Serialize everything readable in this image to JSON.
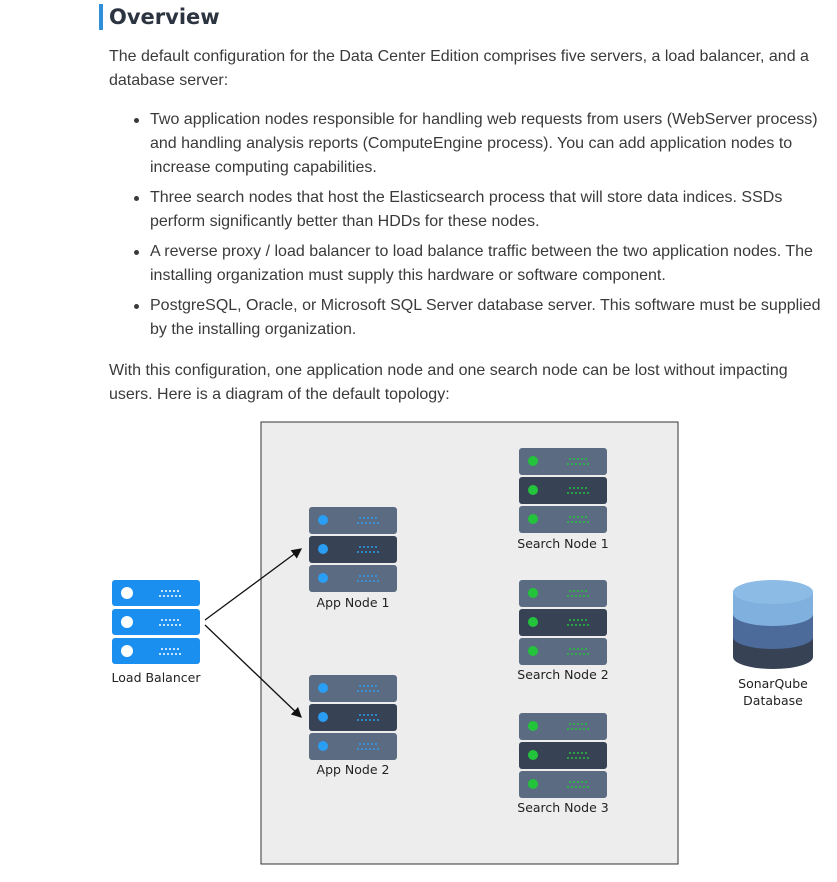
{
  "overview": {
    "title": "Overview",
    "intro": "The default configuration for the Data Center Edition comprises five servers, a load balancer, and a database server:",
    "bullets": [
      "Two application nodes responsible for handling web requests from users (WebServer process) and handling analysis reports (ComputeEngine process). You can add application nodes to increase computing capabilities.",
      "Three search nodes that host the Elasticsearch process that will store data indices. SSDs perform significantly better than HDDs for these nodes.",
      "A reverse proxy / load balancer to load balance traffic between the two application nodes. The installing organization must supply this hardware or software component.",
      "PostgreSQL, Oracle, or Microsoft SQL Server database server. This software must be supplied by the installing organization."
    ],
    "closing": "With this configuration, one application node and one search node can be lost without impacting users. Here is a diagram of the default topology:"
  },
  "diagram": {
    "load_balancer_label": "Load Balancer",
    "app_node_1_label": "App Node 1",
    "app_node_2_label": "App Node 2",
    "search_node_1_label": "Search Node 1",
    "search_node_2_label": "Search Node 2",
    "search_node_3_label": "Search Node 3",
    "database_label_line1": "SonarQube",
    "database_label_line2": "Database",
    "colors": {
      "heading_bar": "#2f8fd8",
      "load_balancer": "#1a8fef",
      "server_light": "#5b6b82",
      "server_dark": "#374254",
      "app_led": "#2a9df4",
      "search_led": "#23c33c",
      "db_top": "#7fb0de",
      "db_mid": "#4c6a9a",
      "db_bottom": "#374254",
      "box_bg": "#ededed"
    }
  }
}
